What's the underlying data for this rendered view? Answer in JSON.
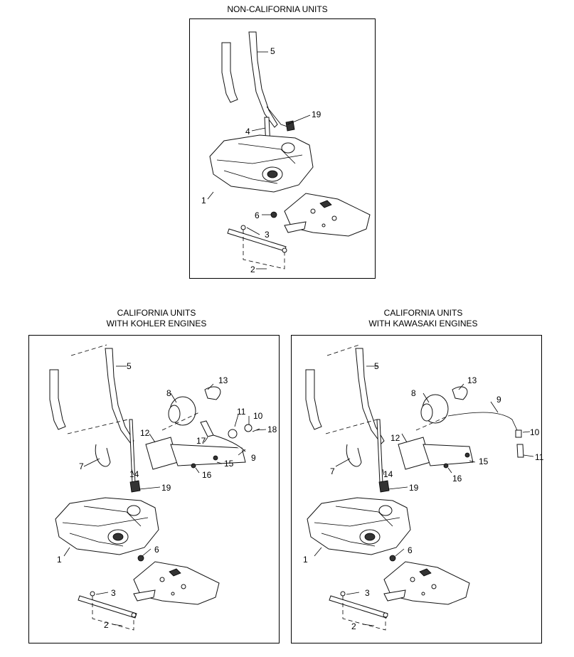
{
  "titles": {
    "top": "NON-CALIFORNIA UNITS",
    "left_line1": "CALIFORNIA UNITS",
    "left_line2": "WITH KOHLER ENGINES",
    "right_line1": "CALIFORNIA UNITS",
    "right_line2": "WITH KAWASAKI ENGINES"
  },
  "callouts": {
    "top": [
      "5",
      "19",
      "4",
      "1",
      "6",
      "3",
      "2"
    ],
    "left": [
      "5",
      "13",
      "8",
      "11",
      "10",
      "18",
      "12",
      "17",
      "9",
      "7",
      "14",
      "15",
      "16",
      "19",
      "1",
      "6",
      "3",
      "2"
    ],
    "right": [
      "5",
      "13",
      "9",
      "8",
      "10",
      "12",
      "11",
      "7",
      "14",
      "15",
      "16",
      "19",
      "1",
      "6",
      "3",
      "2"
    ]
  }
}
